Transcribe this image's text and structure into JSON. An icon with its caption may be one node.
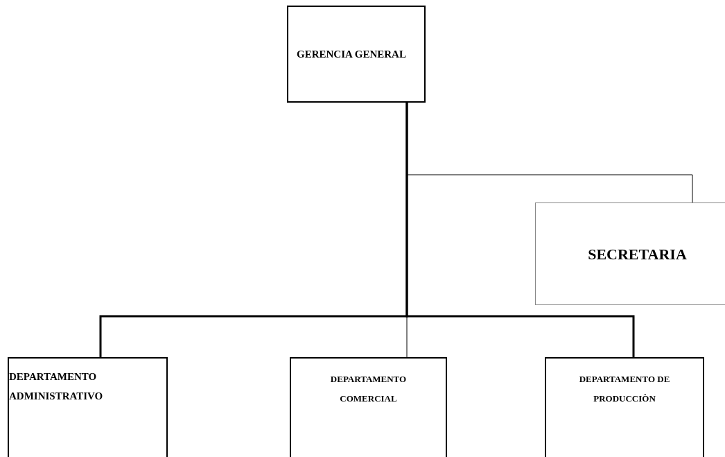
{
  "diagram": {
    "nodes": [
      {
        "text": [
          "GERENCIA GENERAL"
        ]
      },
      {
        "text": [
          "SECRETARIA"
        ]
      },
      {
        "text": [
          "DEPARTAMENTO ADMINISTRATIVO"
        ]
      },
      {
        "text": [
          "DEPARTAMENTO COMERCIAL"
        ]
      },
      {
        "text": [
          "DEPARTAMENTO DE PRODUCCIÒN"
        ]
      }
    ],
    "edges": [
      {
        "from": 0,
        "to": 1,
        "arrow": "none"
      },
      {
        "from": 0,
        "to": 2,
        "arrow": "none",
        "style": "thick"
      },
      {
        "from": 0,
        "to": 3,
        "arrow": "none"
      },
      {
        "from": 0,
        "to": 4,
        "arrow": "none",
        "style": "thick"
      }
    ]
  }
}
